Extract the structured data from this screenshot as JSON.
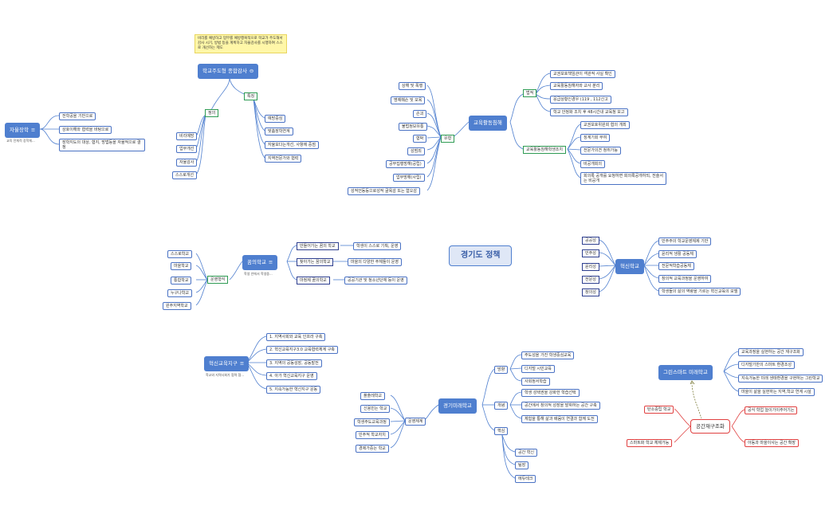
{
  "title": "경기도 정책",
  "autonomy": {
    "main": "자율장학",
    "note": "교육 전체적 장학체...",
    "items": [
      "전학공을 기반으로",
      "상호이해와 협력을 바탕으로",
      "장학지도의 대상, 협지, 방법등을 자율적으로 결정"
    ]
  },
  "audit": {
    "tooltip": "비리를 예방하고 업무를 예방행복적으로 학교가 주도해서 감사 시기, 방법 등을 계획하고 자율감사를 시행하여 스스로 개선하는 제도",
    "main": "학교주도형 종합감사",
    "definition": "정의",
    "feature": "특징",
    "def_items": [
      "비리예방",
      "업무개선",
      "자율감사",
      "스스로개선"
    ],
    "feat_items": [
      "예방중심",
      "맞춤장학연계",
      "자율보다는개선, 사항에 중점",
      "지역전문가와 협력"
    ]
  },
  "edu_admin": {
    "main": "교육활동침해",
    "type": "유형",
    "types": [
      "상해 및 폭행",
      "명예훼손 및 모욕",
      "손괴",
      "불법정보유통",
      "협박",
      "성범죄",
      "공무집행방해(공립)",
      "업무방해(사립)",
      "성적언동등으로성적 굴욕감 또는 혐오감"
    ],
    "law": "법적",
    "law_items": [
      "교권보호책임관이 객관적 사실 확인",
      "교육활동침해자와 교사 분리",
      "응급상황인경우 (119 , 112신고",
      "학교 안정화 조치 후 48시간내 교육청 보고"
    ],
    "committee": "교육활동침해학생조치",
    "committee_items": [
      "교권보호위원회 협의 개최",
      "징계기회 부여",
      "전문가의견 청취가능",
      "비공개회의",
      "회의록 공개를 요청하면 회의록공개하되, 전술서는 비공개"
    ]
  },
  "innovation": {
    "main": "혁신학교",
    "values": [
      "공공성",
      "민주성",
      "윤리성",
      "전문성",
      "창의성"
    ],
    "items": [
      "민주주의 학교운영체제 기반",
      "윤리적 생활 공동체",
      "전문적학습공동체",
      "창의적 교육과정을 운영하여",
      "학생들의 삶의 역량을 기르는 혁신교육의 모델"
    ]
  },
  "together": {
    "main": "꿈의학교",
    "note": "학생 안에서 학생중...",
    "operation": "운영형식",
    "types": [
      "스스로학교",
      "마을학교",
      "통합학교",
      "누구나학교",
      "원주지역학교"
    ],
    "branches": [
      {
        "label": "만들어가는 꿈의 학교",
        "detail": "학생이 스스로 기획, 운영"
      },
      {
        "label": "찾아가는 꿈의학교",
        "detail": "마을의 다양한 주체들이 운영"
      },
      {
        "label": "마정제 꿈의학교",
        "detail": "공공기관 및 청소년단체 등이 운영"
      }
    ]
  },
  "district": {
    "main": "혁신교육지구",
    "note": "학교와 지역사회가 협력 협...",
    "items": [
      "1. 지역사회와 교육 인프라 구축",
      "2. 혁신교육지구3.0 교육협력체계 구축",
      "3. 지역의 공동성장, 공동발전",
      "4. 아가 혁신교육지구 운영",
      "5. 지속가능한 혁신지구 운동"
    ]
  },
  "future": {
    "main": "경기미래학교",
    "operation": "운영체계",
    "ops": [
      "플출레학교",
      "신용빈는 학교",
      "학생주도교육과정",
      "민주적 학교자치",
      "경제가중는 학교"
    ],
    "direction": "방향",
    "direction_items": [
      "주도성을 가진 학생중심교육",
      "디지털 시민교육",
      "사회정서학습"
    ],
    "concept": "개념",
    "concept_items": [
      "학생 성택권을 강화한 학습선택",
      "공간에서 창의적 성장을 발휘하는 공간 구축",
      "체험을 통해 삶과 배움이 연결과 함께 도전"
    ],
    "keypoint": "핵심",
    "keypoint_items": [
      "공간 혁신",
      "팀장",
      "에듀테크"
    ]
  },
  "greensmart": {
    "main": "그린스마트 미래학교",
    "items": [
      "교육과정을 실현하는 공간 재구조화",
      "디지털기반의 스마트 환경조성",
      "지속가능한 미래 생태환경을 구현하는 그린학교",
      "마을이 삶을 실현하는 지역,학교 연계 시설"
    ]
  },
  "restructure": {
    "main": "공간재구조화",
    "left": [
      "탄소중립 학교",
      "스마트화 학교 체제가능"
    ],
    "right": [
      "공식 학업 늘이가이주어기는",
      "아동과 마을이사는 공간 확장"
    ]
  }
}
